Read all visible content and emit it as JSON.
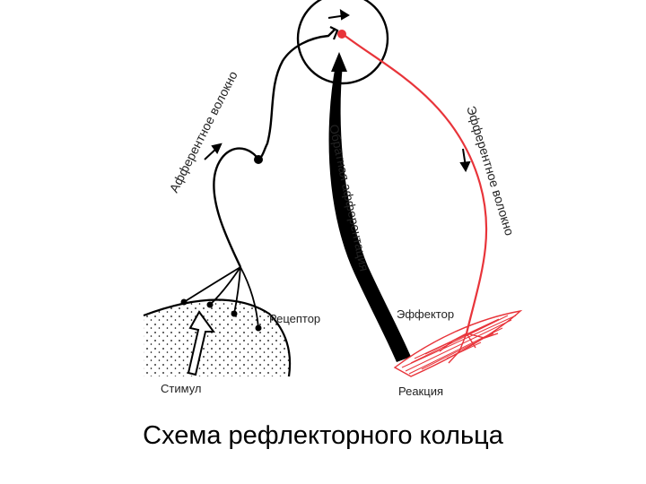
{
  "title": "Схема рефлекторного кольца",
  "labels": {
    "afferent_fiber": "Афферентное волокно",
    "efferent_fiber": "Эфферентное волокно",
    "feedback_afferentation": "Обратная афферентация",
    "receptor": "Рецептор",
    "effector": "Эффектор",
    "stimulus": "Стимул",
    "reaction": "Реакция"
  },
  "colors": {
    "ink": "#000000",
    "efferent": "#e8343a"
  }
}
